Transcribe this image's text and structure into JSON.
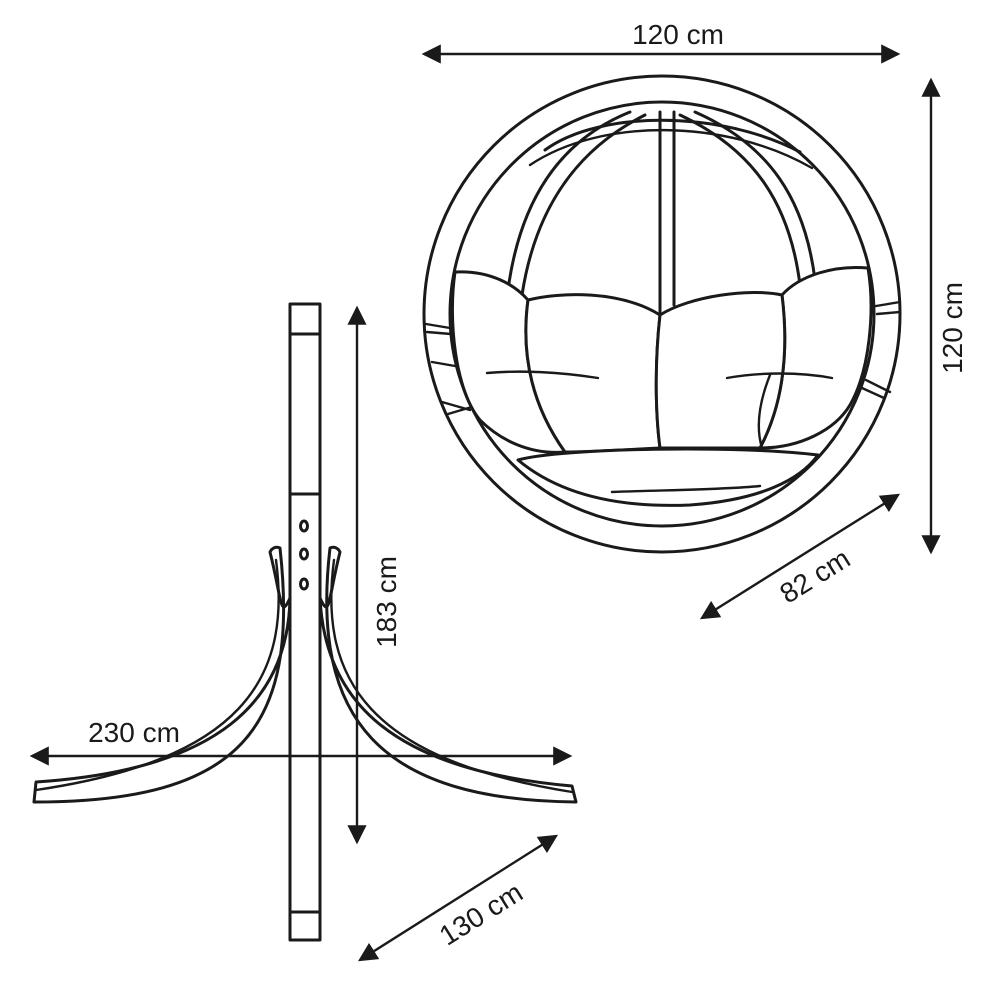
{
  "dimensions": {
    "pod_width": "120 cm",
    "pod_height": "120 cm",
    "pod_depth": "82 cm",
    "stand_height": "183 cm",
    "stand_width": "230 cm",
    "stand_depth": "130 cm"
  }
}
